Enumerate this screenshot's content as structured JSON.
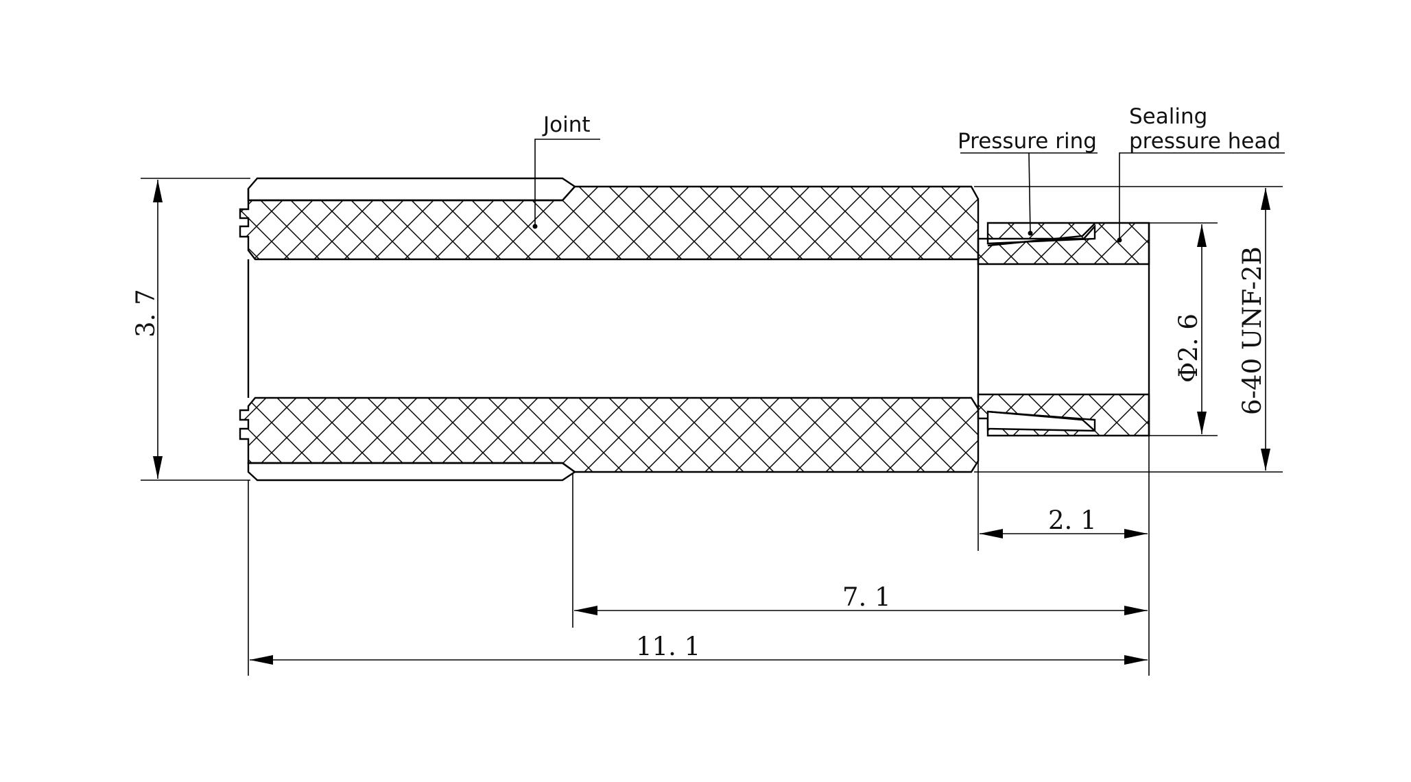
{
  "labels": {
    "joint": "Joint",
    "pressure_ring": "Pressure ring",
    "sealing_line1": "Sealing",
    "sealing_line2": "pressure head"
  },
  "dimensions": {
    "total_length": "11. 1",
    "body_length": "7. 1",
    "head_length": "2. 1",
    "outer_diameter": "3. 7",
    "bore_diameter": "Φ2. 6",
    "thread": "6-40 UNF-2B"
  },
  "colors": {
    "line": "#000000",
    "background": "#ffffff"
  }
}
